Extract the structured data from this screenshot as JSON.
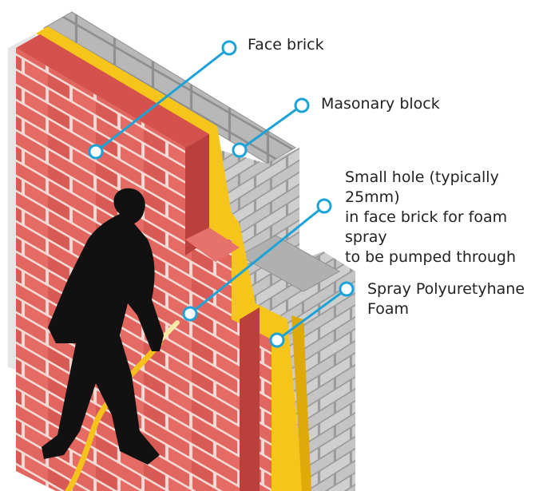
{
  "labels": {
    "face_brick": "Face brick",
    "masonry_block": "Masonary block",
    "small_hole": "Small hole (typically 25mm)\nin face brick for foam spray\nto be pumped through",
    "spray_foam": "Spray Polyuretyhane\nFoam"
  },
  "colors": {
    "brick": "#e0665f",
    "brick_dark": "#b9403b",
    "brick_mortar": "#f4d9d5",
    "block": "#b8b8b8",
    "block_dark": "#8e8e8e",
    "foam": "#f5c51c",
    "callout": "#1ba3d8",
    "silhouette": "#111111",
    "hose": "#f4c21a"
  },
  "icons": [
    "callout-dot-icon",
    "worker-silhouette-icon",
    "spray-hose-icon"
  ]
}
